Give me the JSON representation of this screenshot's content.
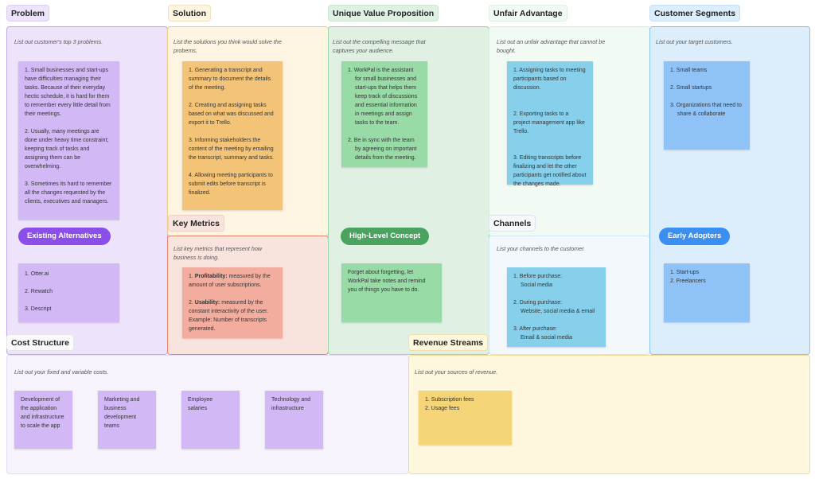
{
  "problem": {
    "title": "Problem",
    "hint": "List out customer's top 3 problems.",
    "notes": [
      "1. Small businesses and start-ups have difficulties managing their tasks. Because of their everyday hectic schedule, it is hard for them to remember every little detail from their meetings.",
      "2. Usually, many meetings are done under heavy time constraint; keeping track of tasks and assigning them can be overwhelming.",
      "3. Sometimes its hard to remember all the changes requested by the clients, executives and managers."
    ]
  },
  "alternatives": {
    "title": "Existing Alternatives",
    "notes": [
      "1. Otter.ai",
      "2. Rewatch",
      "3. Descript"
    ]
  },
  "solution": {
    "title": "Solution",
    "hint": "List the solutions you think would solve the probems.",
    "notes": [
      "1. Generating a transcript and summary to document the details of the meeting.",
      "2. Creating and assigning tasks based on what was discussed and export it to Trello.",
      "3. Informing stakeholders the content of the meeting by emailing the transcript, summary and tasks.",
      "4. Allowing meeting participants to submit edits before transcript is finalized."
    ]
  },
  "key_metrics": {
    "title": "Key Metrics",
    "hint": "List key metrics that represent how business is doing.",
    "items": [
      {
        "num": "1. ",
        "label": "Profitability:",
        "text": " measured by the amount of user subscriptions."
      },
      {
        "num": "2. ",
        "label": "Usability:",
        "text": " measured by the constant interactivity of the user. Example: Number of transcripts generated."
      }
    ]
  },
  "uvp": {
    "title": "Unique Value Proposition",
    "hint": "List out the compelling message that captures your audience.",
    "notes": [
      "1. WorkPal is the assistant for small businesses and start-ups that helps them keep track of discussions and essential information in meetings and assign tasks to the team.",
      "2. Be in sync with the team by agreeing on important details from the meeting."
    ]
  },
  "concept": {
    "title": "High-Level Concept",
    "notes": [
      "Forget about forgetting, let WorkPal take notes and remind you of things you have to do."
    ]
  },
  "unfair": {
    "title": "Unfair Advantage",
    "hint": "List out an unfair advantage that cannot be bought.",
    "notes": [
      "1. Assigning tasks to meeting participants based on discussion.",
      "2. Exporting tasks to a project management app like Trello.",
      "3. Editing transcripts before finalizing and let the other participants get notified about the changes made."
    ]
  },
  "channels": {
    "title": "Channels",
    "hint": "List your channels to the customer.",
    "items": [
      {
        "head": "1. Before purchase:",
        "detail": "Social media"
      },
      {
        "head": "2. During purchase:",
        "detail": "Website, social media & email"
      },
      {
        "head": "3. After purchase:",
        "detail": "Email & social media"
      }
    ]
  },
  "segments": {
    "title": "Customer Segments",
    "hint": "List out your target customers.",
    "notes": [
      "1. Small teams",
      "2. Small startups",
      "3. Organizations that need to share & collaborate"
    ]
  },
  "early": {
    "title": "Early Adopters",
    "notes": [
      "1. Start-ups",
      "2. Freelancers"
    ]
  },
  "cost": {
    "title": "Cost Structure",
    "hint": "List out your fixed and variable costs.",
    "notes": [
      "Development of the application and infrastructure to scale the app",
      "Marketing and business development teams",
      "Employee salaries",
      "Technology and infrastructure"
    ]
  },
  "revenue": {
    "title": "Revenue Streams",
    "hint": "List out your sources of revenue.",
    "notes": [
      "1. Subscription fees",
      "2. Usage fees"
    ]
  }
}
